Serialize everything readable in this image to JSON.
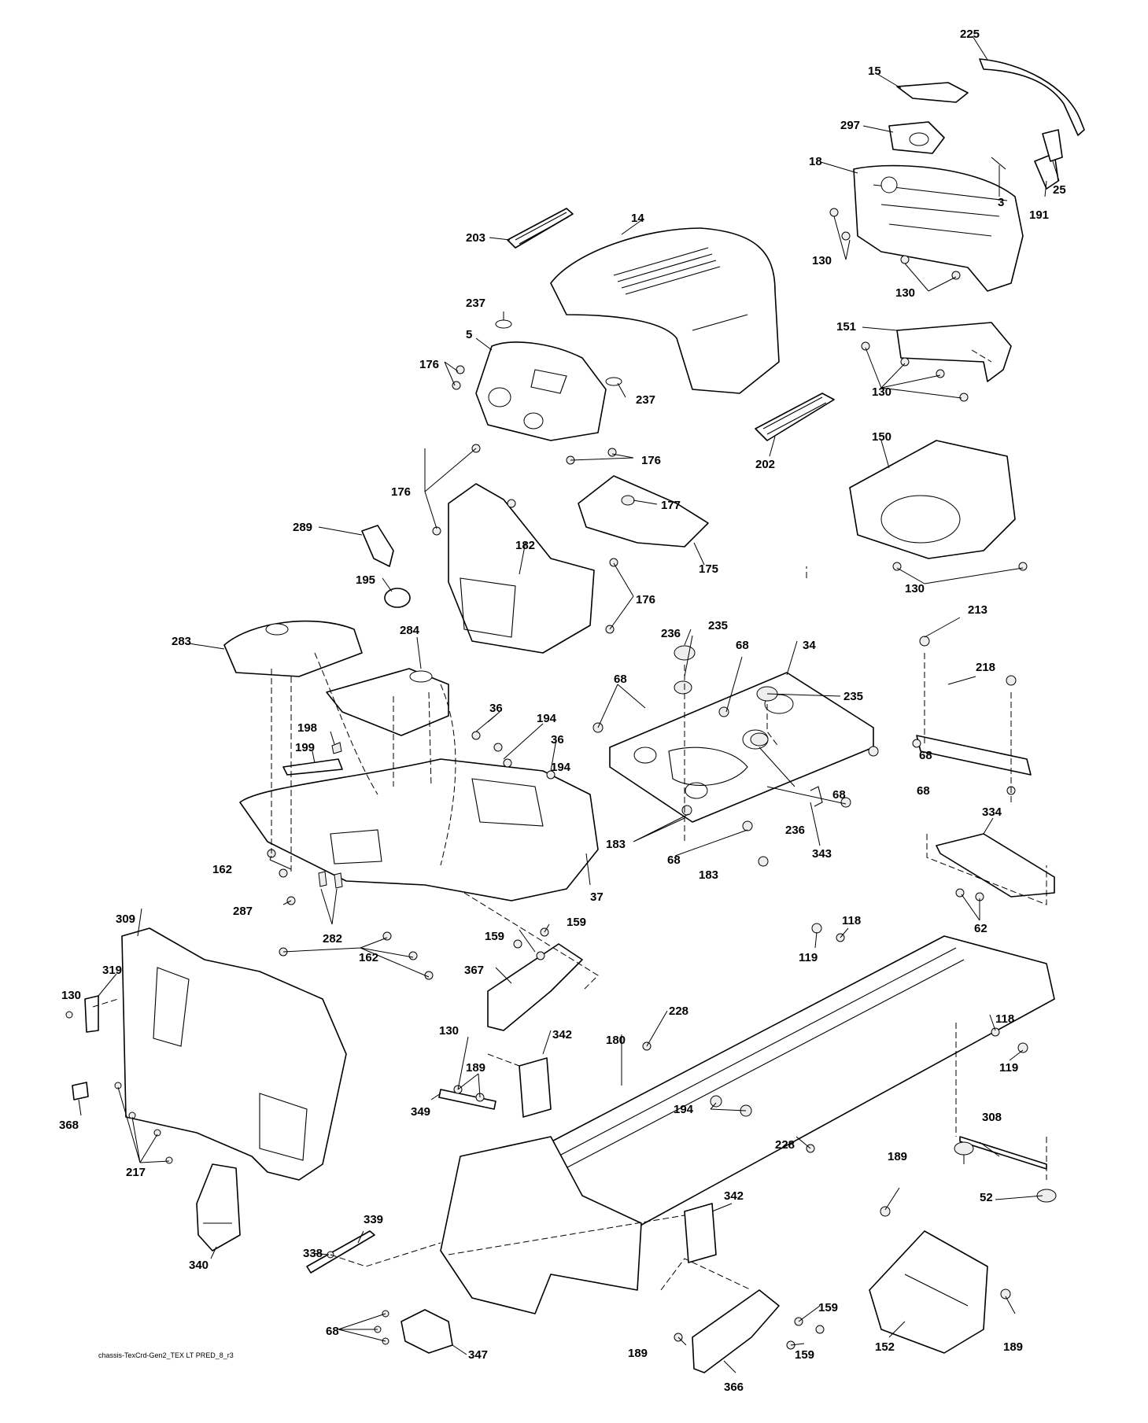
{
  "caption": "chassis-TexCrd-Gen2_TEX LT PRED_8_r3",
  "labels": [
    "225",
    "15",
    "297",
    "18",
    "3",
    "25",
    "191",
    "203",
    "14",
    "130",
    "237",
    "5",
    "176",
    "151",
    "202",
    "150",
    "177",
    "289",
    "182",
    "175",
    "195",
    "235",
    "236",
    "68",
    "34",
    "213",
    "218",
    "283",
    "284",
    "36",
    "194",
    "198",
    "199",
    "343",
    "183",
    "334",
    "162",
    "37",
    "287",
    "282",
    "309",
    "159",
    "119",
    "118",
    "62",
    "319",
    "367",
    "228",
    "342",
    "180",
    "189",
    "349",
    "368",
    "308",
    "217",
    "52",
    "339",
    "338",
    "340",
    "347",
    "366",
    "152"
  ],
  "part_ids": {
    "front_grille": "309",
    "frame": "180",
    "hood": "14",
    "dash_panel": "37",
    "steering_plate": "34",
    "headlight_housing": "18"
  }
}
